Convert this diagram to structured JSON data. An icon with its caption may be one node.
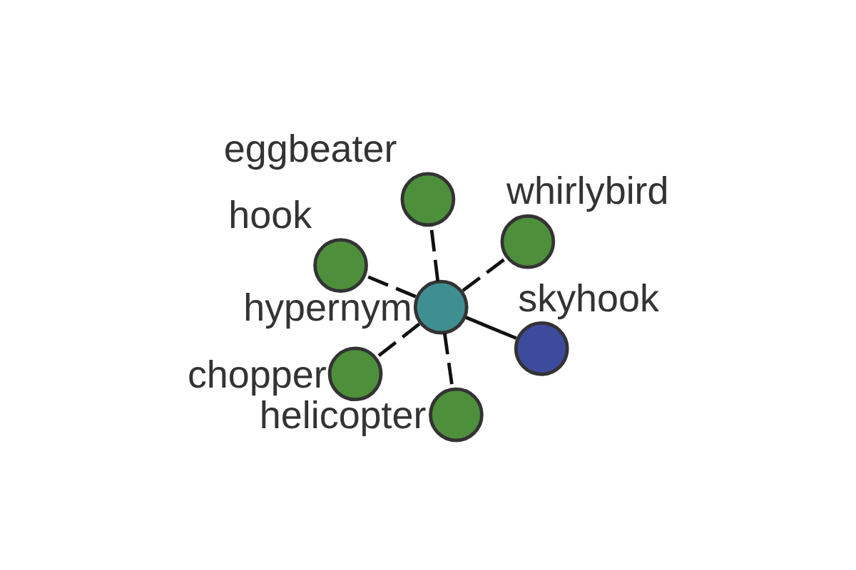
{
  "diagram": {
    "nodes": [
      {
        "text": [
          "hook"
        ]
      },
      {
        "text": [
          "skyhook"
        ]
      },
      {
        "text": [
          "helicopter"
        ]
      },
      {
        "text": [
          "hypernym"
        ]
      },
      {
        "text": [
          "whirlybird"
        ]
      },
      {
        "text": [
          "eggbeater"
        ]
      },
      {
        "text": [
          "chopper"
        ]
      }
    ],
    "edges": [
      {
        "from": 1,
        "to": 3,
        "arrow": "none"
      },
      {
        "from": 3,
        "to": 0,
        "arrow": "none",
        "style": "dashed"
      },
      {
        "from": 3,
        "to": 2,
        "arrow": "none",
        "style": "dashed"
      },
      {
        "from": 3,
        "to": 4,
        "arrow": "none",
        "style": "dashed"
      },
      {
        "from": 3,
        "to": 5,
        "arrow": "none",
        "style": "dashed"
      },
      {
        "from": 3,
        "to": 6,
        "arrow": "none",
        "style": "dashed"
      }
    ]
  }
}
